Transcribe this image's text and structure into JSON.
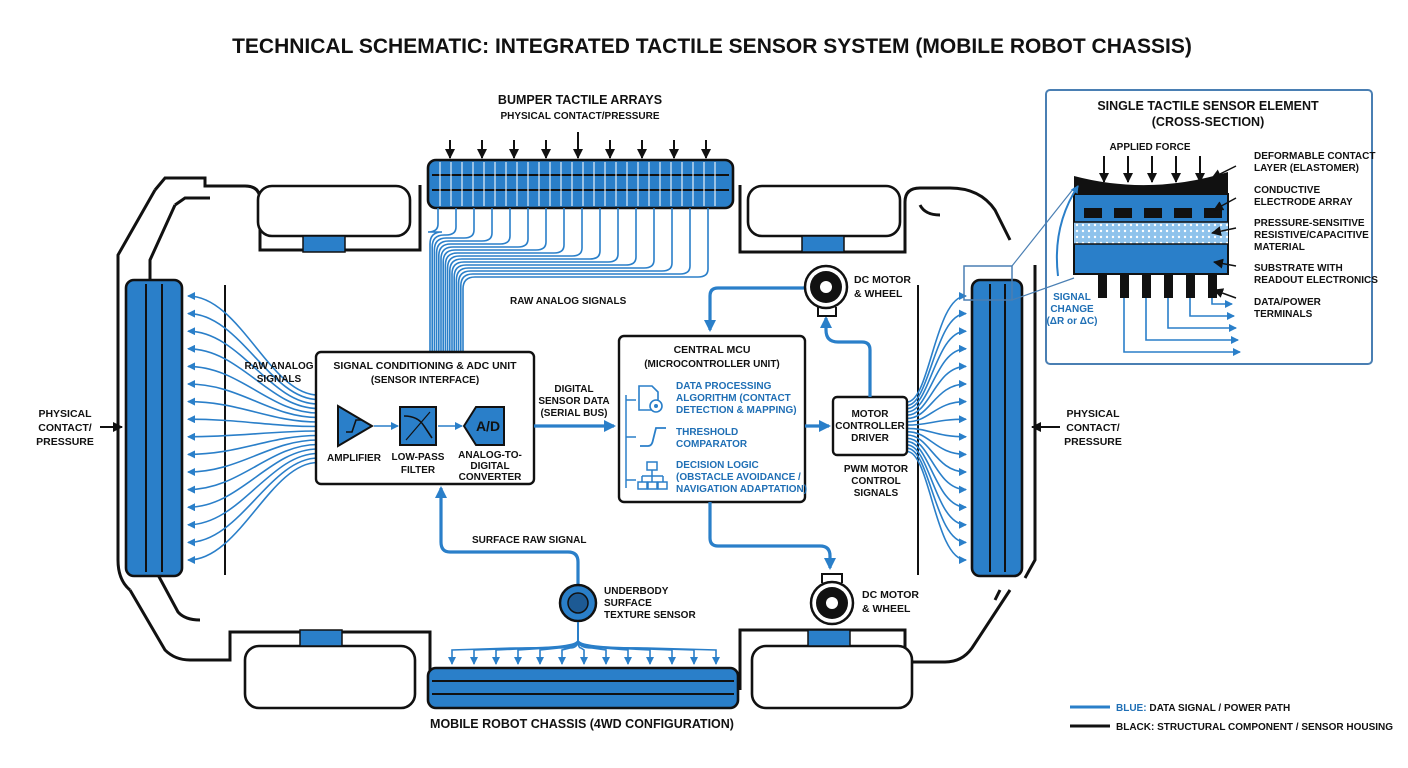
{
  "title": "TECHNICAL SCHEMATIC: INTEGRATED TACTILE SENSOR SYSTEM (MOBILE ROBOT CHASSIS)",
  "bumper": {
    "title": "BUMPER TACTILE ARRAYS",
    "subtitle": "PHYSICAL CONTACT/PRESSURE"
  },
  "raw_analog_top": "RAW ANALOG SIGNALS",
  "raw_analog_left": [
    "RAW ANALOG",
    "SIGNALS"
  ],
  "physical_left": [
    "PHYSICAL",
    "CONTACT/",
    "PRESSURE"
  ],
  "physical_right": [
    "PHYSICAL",
    "CONTACT/",
    "PRESSURE"
  ],
  "signal_unit": {
    "title": "SIGNAL CONDITIONING & ADC UNIT",
    "subtitle": "(SENSOR INTERFACE)",
    "amplifier": "AMPLIFIER",
    "filter": [
      "LOW-PASS",
      "FILTER"
    ],
    "adc_symbol": "A/D",
    "adc": [
      "ANALOG-TO-",
      "DIGITAL",
      "CONVERTER"
    ]
  },
  "digital_data": [
    "DIGITAL",
    "SENSOR DATA",
    "(SERIAL BUS)"
  ],
  "mcu": {
    "title": "CENTRAL MCU",
    "subtitle": "(MICROCONTROLLER UNIT)",
    "data_processing": [
      "DATA PROCESSING",
      "ALGORITHM (CONTACT",
      "DETECTION & MAPPING)"
    ],
    "threshold": [
      "THRESHOLD",
      "COMPARATOR"
    ],
    "decision": [
      "DECISION LOGIC",
      "(OBSTACLE AVOIDANCE /",
      "NAVIGATION ADAPTATION)"
    ]
  },
  "motor_controller": [
    "MOTOR",
    "CONTROLLER",
    "DRIVER"
  ],
  "pwm": [
    "PWM MOTOR",
    "CONTROL",
    "SIGNALS"
  ],
  "dc_motor_top": [
    "DC MOTOR",
    "& WHEEL"
  ],
  "dc_motor_bottom": [
    "DC MOTOR",
    "& WHEEL"
  ],
  "surface_raw": "SURFACE RAW SIGNAL",
  "underbody": [
    "UNDERBODY",
    "SURFACE",
    "TEXTURE SENSOR"
  ],
  "chassis_label": "MOBILE ROBOT CHASSIS (4WD CONFIGURATION)",
  "inset": {
    "title": "SINGLE TACTILE SENSOR ELEMENT",
    "subtitle": "(CROSS-SECTION)",
    "applied_force": "APPLIED FORCE",
    "layer1": [
      "DEFORMABLE CONTACT",
      "LAYER (ELASTOMER)"
    ],
    "layer2": [
      "CONDUCTIVE",
      "ELECTRODE ARRAY"
    ],
    "layer3": [
      "PRESSURE-SENSITIVE",
      "RESISTIVE/CAPACITIVE",
      "MATERIAL"
    ],
    "layer4": [
      "SUBSTRATE WITH",
      "READOUT ELECTRONICS"
    ],
    "terminals": [
      "DATA/POWER",
      "TERMINALS"
    ],
    "signal_change": [
      "SIGNAL",
      "CHANGE",
      "(ΔR or ΔC)"
    ]
  },
  "legend": {
    "blue_key": "BLUE:",
    "blue_desc": "DATA SIGNAL / POWER PATH",
    "black_key": "BLACK:",
    "black_desc": "STRUCTURAL COMPONENT / SENSOR HOUSING"
  },
  "colors": {
    "blue": "#2a7fc9",
    "black": "#111111",
    "frame": "#4a7fb3"
  },
  "icons": [
    "amplifier-icon",
    "low-pass-filter-icon",
    "adc-icon",
    "document-gear-icon",
    "threshold-step-icon",
    "decision-tree-icon",
    "dc-motor-icon",
    "texture-sensor-icon"
  ]
}
